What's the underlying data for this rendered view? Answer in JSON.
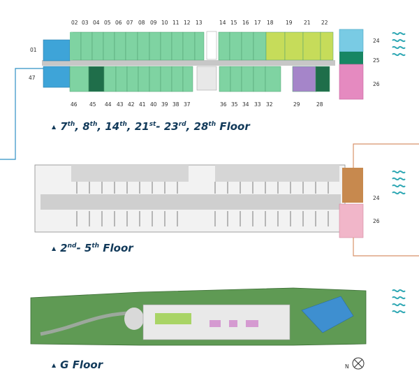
{
  "colors": {
    "green": "#7fd3a2",
    "dark_green": "#1f6e4a",
    "lime": "#c6dc5a",
    "blue": "#3ea4d8",
    "purple": "#a585c9",
    "pink": "#e58ac0",
    "teal_dark": "#178663",
    "light_blue": "#79cbe4",
    "corridor": "#c7c7c7",
    "sea": "#32a9b5",
    "link_blue": "#2f90c4",
    "link_orange": "#d8926a",
    "brown": "#c7894e",
    "light_pink": "#f1b6c9",
    "title": "#123a5a"
  },
  "icons": {
    "wave": "wave-icon",
    "triangle": "triangle-icon",
    "north": "north-compass-icon"
  },
  "floor_a": {
    "top_numbers": [
      "02",
      "03",
      "04",
      "05",
      "06",
      "07",
      "08",
      "09",
      "10",
      "11",
      "12",
      "13",
      "14",
      "15",
      "16",
      "17",
      "18",
      "19",
      "21",
      "22"
    ],
    "bottom_numbers": [
      "46",
      "45",
      "44",
      "43",
      "42",
      "41",
      "40",
      "39",
      "38",
      "37",
      "36",
      "35",
      "34",
      "33",
      "32",
      "29",
      "28"
    ],
    "side_left_top": "01",
    "side_left_bottom": "47",
    "side_right": [
      "24",
      "25",
      "26"
    ],
    "title": {
      "sep1": ", ",
      "sep2": ", ",
      "sep3": ", ",
      "dash": "- ",
      "word": " Floor",
      "n1": "7",
      "s1": "th",
      "n2": "8",
      "s2": "th",
      "n3": "14",
      "s3": "th",
      "n4": "21",
      "s4": "st",
      "n5": "23",
      "s5": "rd",
      "n6": "28",
      "s6": "th"
    }
  },
  "floor_b": {
    "side_right": [
      "24",
      "26"
    ],
    "title": {
      "n1": "2",
      "s1": "nd",
      "dash": "- ",
      "n2": "5",
      "s2": "th",
      "word": " Floor"
    }
  },
  "floor_g": {
    "title": "G Floor",
    "north": "N"
  }
}
